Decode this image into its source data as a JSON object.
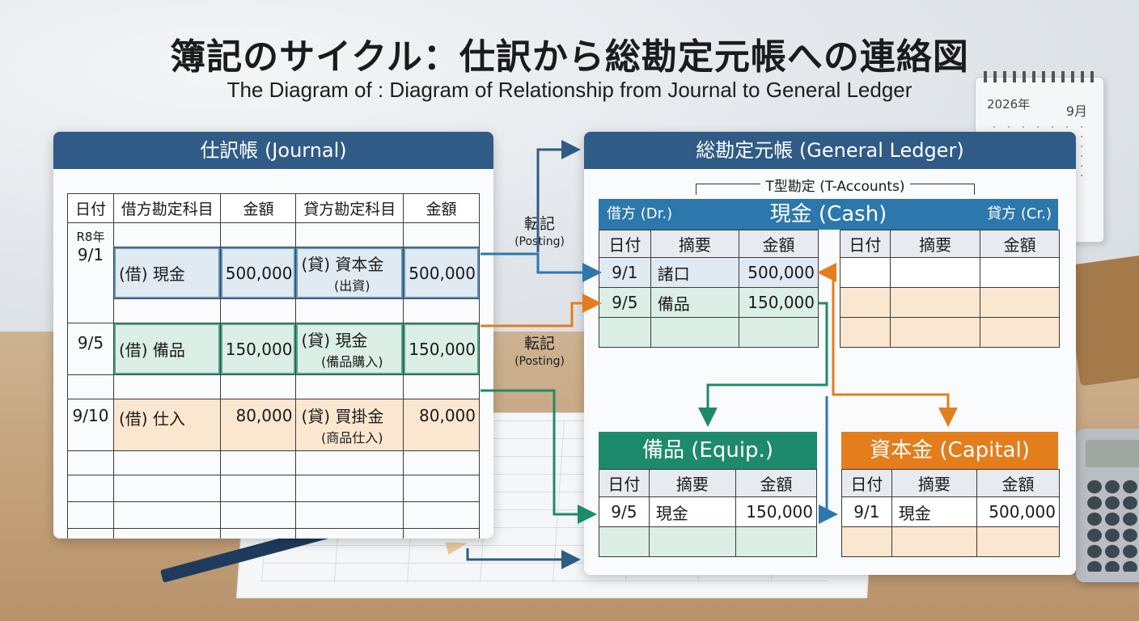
{
  "title": "簿記のサイクル：仕訳から総勘定元帳への連絡図",
  "subtitle": "The Diagram of : Diagram of Relationship from Journal to General Ledger",
  "calendar": {
    "year": "2026年",
    "month": "9月"
  },
  "journal": {
    "heading": "仕訳帳 (Journal)",
    "columns": [
      "日付",
      "借方勘定科目",
      "金額",
      "貸方勘定科目",
      "金額"
    ],
    "era": "R8年",
    "entries": [
      {
        "date": "9/1",
        "debit": "(借) 現金",
        "debit_amount": "500,000",
        "credit": "(貸) 資本金",
        "credit_amount": "500,000",
        "memo": "(出資)"
      },
      {
        "date": "9/5",
        "debit": "(借) 備品",
        "debit_amount": "150,000",
        "credit": "(貸) 現金",
        "credit_amount": "150,000",
        "memo": "(備品購入)"
      },
      {
        "date": "9/10",
        "debit": "(借) 仕入",
        "debit_amount": "80,000",
        "credit": "(貸) 買掛金",
        "credit_amount": "80,000",
        "memo": "(商品仕入)"
      }
    ]
  },
  "posting": {
    "label": "転記",
    "label_en": "(Posting)"
  },
  "ledger": {
    "heading": "総勘定元帳 (General Ledger)",
    "t_accounts_label": "T型勘定 (T-Accounts)",
    "cash": {
      "title": "現金 (Cash)",
      "debit_label": "借方 (Dr.)",
      "credit_label": "貸方 (Cr.)",
      "columns": [
        "日付",
        "摘要",
        "金額"
      ],
      "debit_rows": [
        {
          "date": "9/1",
          "desc": "諸口",
          "amount": "500,000"
        },
        {
          "date": "9/5",
          "desc": "備品",
          "amount": "150,000"
        }
      ]
    },
    "equipment": {
      "title": "備品 (Equip.)",
      "columns": [
        "日付",
        "摘要",
        "金額"
      ],
      "row": {
        "date": "9/5",
        "desc": "現金",
        "amount": "150,000"
      }
    },
    "capital": {
      "title": "資本金 (Capital)",
      "columns": [
        "日付",
        "摘要",
        "金額"
      ],
      "row": {
        "date": "9/1",
        "desc": "現金",
        "amount": "500,000"
      }
    }
  },
  "colors": {
    "navy": "#2f5b86",
    "blue": "#2c78ad",
    "green": "#1d8a6b",
    "orange": "#e47d1c"
  }
}
